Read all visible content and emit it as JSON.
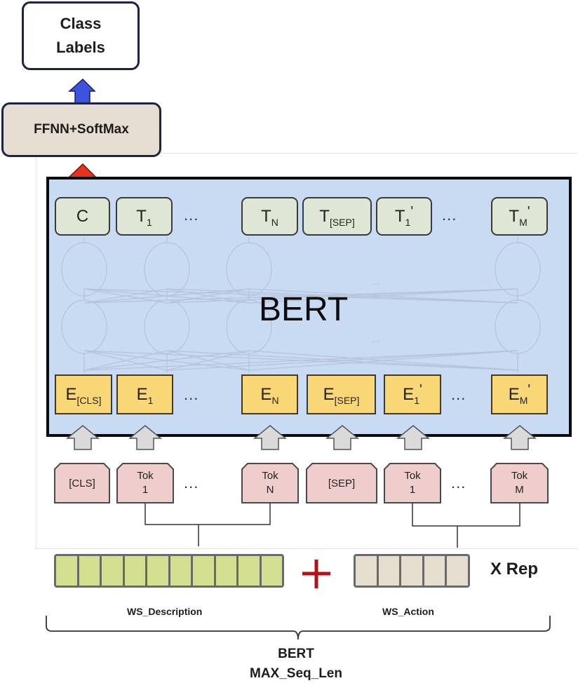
{
  "diagram": {
    "output": {
      "class_labels": "Class Labels",
      "classifier": "FFNN+SoftMax"
    },
    "bert": {
      "title": "BERT",
      "outputs": [
        {
          "main": "C",
          "sub": "",
          "prime": ""
        },
        {
          "main": "T",
          "sub": "1",
          "prime": ""
        },
        {
          "main": "T",
          "sub": "N",
          "prime": ""
        },
        {
          "main": "T",
          "sub": "[SEP]",
          "prime": ""
        },
        {
          "main": "T",
          "sub": "1",
          "prime": "'"
        },
        {
          "main": "T",
          "sub": "M",
          "prime": "'"
        }
      ],
      "embeddings": [
        {
          "main": "E",
          "sub": "[CLS]",
          "prime": ""
        },
        {
          "main": "E",
          "sub": "1",
          "prime": ""
        },
        {
          "main": "E",
          "sub": "N",
          "prime": ""
        },
        {
          "main": "E",
          "sub": "[SEP]",
          "prime": ""
        },
        {
          "main": "E",
          "sub": "1",
          "prime": "'"
        },
        {
          "main": "E",
          "sub": "M",
          "prime": "'"
        }
      ],
      "ellipsis": "..."
    },
    "tokens": [
      {
        "line1": "[CLS]",
        "line2": ""
      },
      {
        "line1": "Tok",
        "line2": "1"
      },
      {
        "line1": "Tok",
        "line2": "N"
      },
      {
        "line1": "[SEP]",
        "line2": ""
      },
      {
        "line1": "Tok",
        "line2": "1"
      },
      {
        "line1": "Tok",
        "line2": "M"
      }
    ],
    "representation": {
      "description_cells": 10,
      "action_cells": 5,
      "operator": "+",
      "label": "X Rep",
      "segment_labels": [
        "WS_Description",
        "WS_Action"
      ],
      "bottom_label_line1": "BERT",
      "bottom_label_line2": "MAX_Seq_Len"
    },
    "colors": {
      "bert_bg": "#c9daf3",
      "output_box": "#dee7d6",
      "embedding_box": "#fad776",
      "token_box": "#f0cdcd",
      "classifier_bg": "#e5ddd0",
      "description_cells": "#d4e08f",
      "action_cells": "#e5ddcd",
      "arrow_blue": "#3d53e0",
      "arrow_red": "#e8321f",
      "arrow_gray": "#dadada",
      "plus": "#b3121b"
    }
  }
}
